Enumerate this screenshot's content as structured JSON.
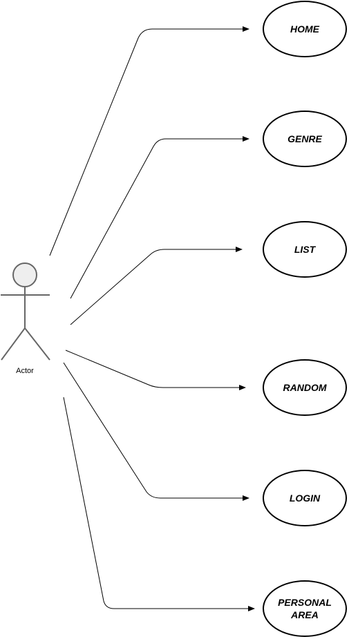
{
  "actor": {
    "label": "Actor",
    "fill": "#eeeeee",
    "stroke": "#666666"
  },
  "use_cases": [
    {
      "id": "home",
      "lines": [
        "HOME"
      ]
    },
    {
      "id": "genre",
      "lines": [
        "GENRE"
      ]
    },
    {
      "id": "list",
      "lines": [
        "LIST"
      ]
    },
    {
      "id": "random",
      "lines": [
        "RANDOM"
      ]
    },
    {
      "id": "login",
      "lines": [
        "LOGIN"
      ]
    },
    {
      "id": "personal-area",
      "lines": [
        "PERSONAL",
        "AREA"
      ]
    }
  ],
  "connections": [
    {
      "from": "actor",
      "to": "home"
    },
    {
      "from": "actor",
      "to": "genre"
    },
    {
      "from": "actor",
      "to": "list"
    },
    {
      "from": "actor",
      "to": "random"
    },
    {
      "from": "actor",
      "to": "login"
    },
    {
      "from": "actor",
      "to": "personal-area"
    }
  ],
  "colors": {
    "line": "#000000",
    "usecase_fill": "#ffffff",
    "usecase_stroke": "#000000"
  }
}
